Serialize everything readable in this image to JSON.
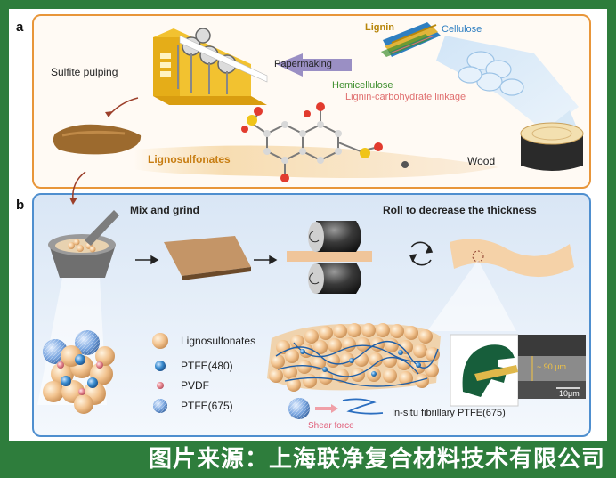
{
  "panel_a": {
    "letter": "a",
    "labels": {
      "lignin": "Lignin",
      "cellulose": "Cellulose",
      "hemicellulose": "Hemicellulose",
      "linkage": "Lignin-carbohydrate linkage",
      "papermaking": "Papermaking",
      "sulfite_pulping": "Sulfite pulping",
      "lignosulfonates": "Lignosulfonates",
      "wood": "Wood"
    },
    "colors": {
      "lignin": "#b8860b",
      "cellulose": "#2f7fc1",
      "hemicellulose": "#3f8f2f",
      "linkage": "#e07070",
      "lignosulfonates": "#c77d12"
    }
  },
  "panel_b": {
    "letter": "b",
    "labels": {
      "mix_grind": "Mix and grind",
      "roll": "Roll to decrease the thickness",
      "shear_force": "Shear force",
      "fibrillary": "In-situ fibrillary PTFE(675)",
      "thickness": "~ 90 μm",
      "scale_bar": "10μm"
    },
    "legend": [
      {
        "label": "Lignosulfonates",
        "color": "#f2c38f",
        "shape": "big-sphere"
      },
      {
        "label": "PTFE(480)",
        "color": "#3d8fd1",
        "shape": "small-sphere"
      },
      {
        "label": "PVDF",
        "color": "#e98a94",
        "shape": "tiny-sphere"
      },
      {
        "label": "PTFE(675)",
        "color": "#7aa6e0",
        "shape": "mesh-sphere"
      }
    ]
  },
  "caption": "图片来源：上海联净复合材料技术有限公司"
}
